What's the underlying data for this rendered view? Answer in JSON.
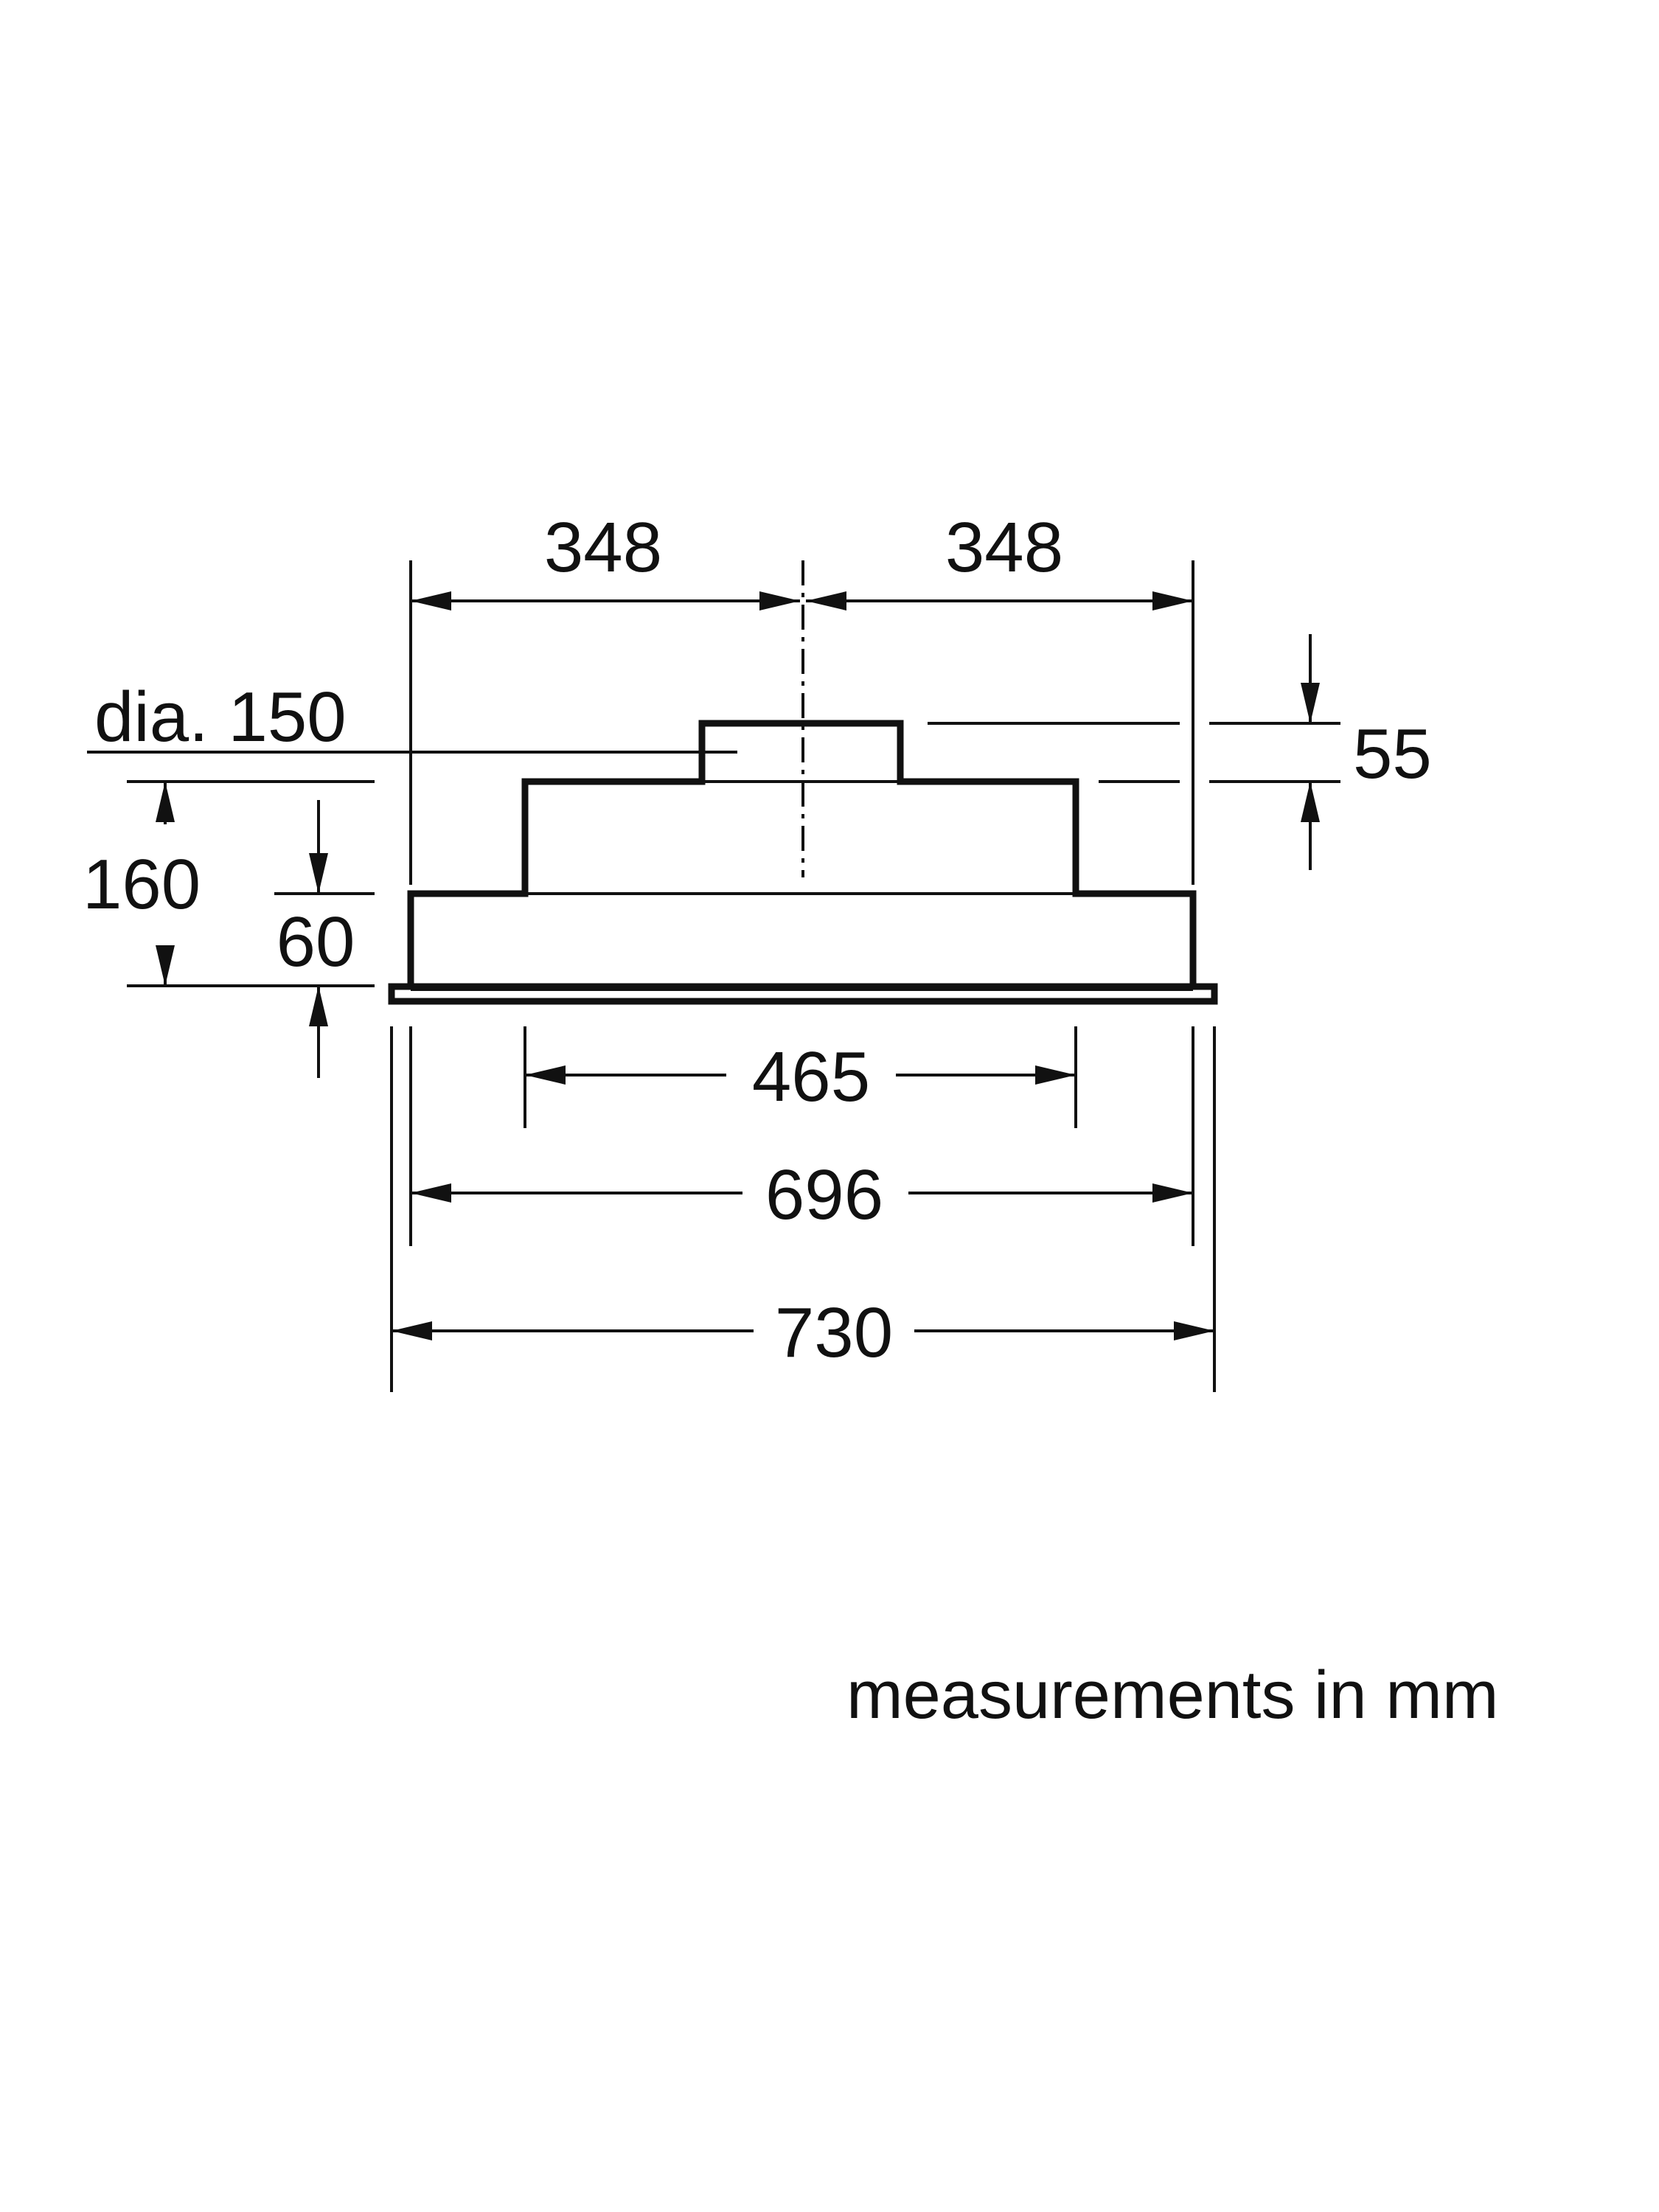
{
  "diagram": {
    "dimensions": {
      "left_half_width": "348",
      "right_half_width": "348",
      "duct_diameter": "dia. 150",
      "collar_height": "55",
      "total_height": "160",
      "lower_body_height": "60",
      "middle_body_width": "465",
      "body_width": "696",
      "overall_width": "730"
    },
    "note": "measurements in mm"
  }
}
